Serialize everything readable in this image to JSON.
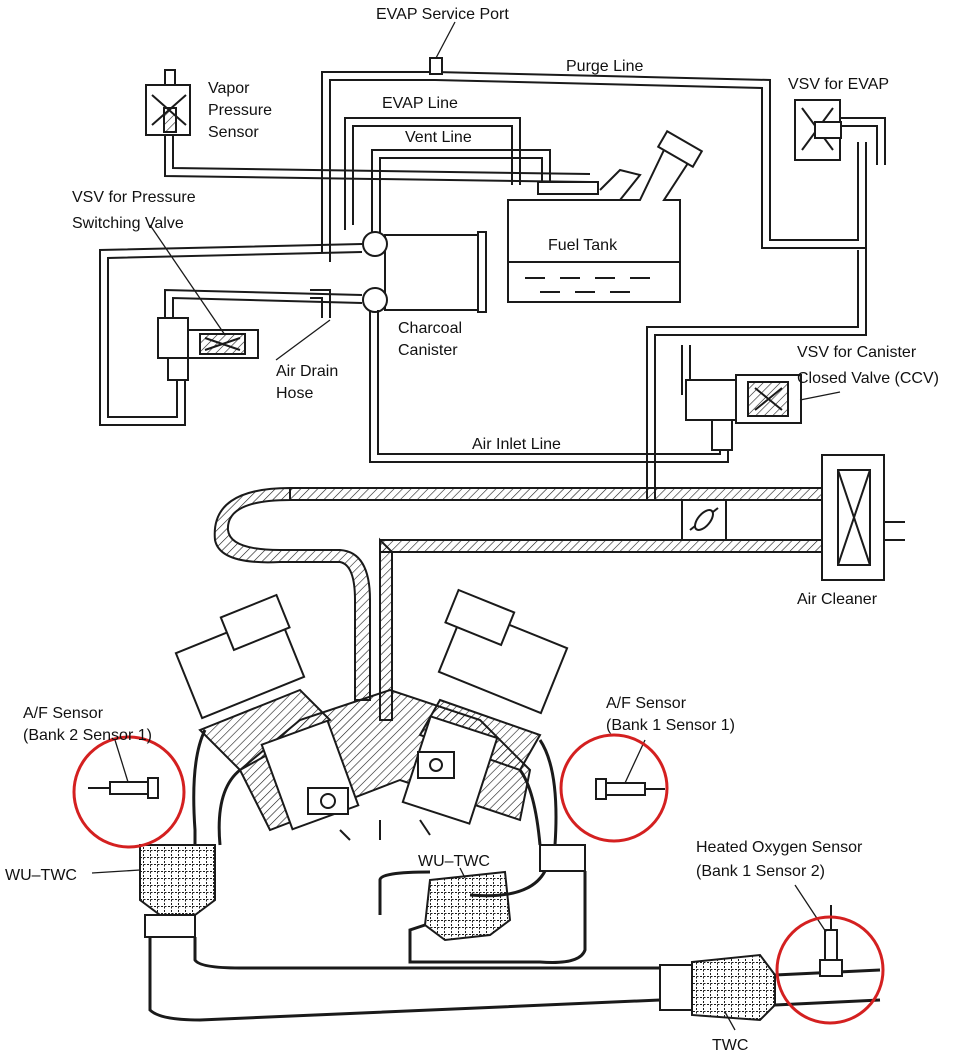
{
  "labels": {
    "evap_service_port": "EVAP Service Port",
    "purge_line": "Purge Line",
    "vapor_pressure_sensor": [
      "Vapor",
      "Pressure",
      "Sensor"
    ],
    "evap_line": "EVAP Line",
    "vsv_for_evap": "VSV for EVAP",
    "vent_line": "Vent Line",
    "vsv_pressure_switching": [
      "VSV for Pressure",
      "Switching Valve"
    ],
    "fuel_tank": "Fuel Tank",
    "charcoal_canister": [
      "Charcoal",
      "Canister"
    ],
    "air_drain_hose": [
      "Air Drain",
      "Hose"
    ],
    "vsv_ccv": [
      "VSV for Canister",
      "Closed Valve (CCV)"
    ],
    "air_inlet_line": "Air Inlet Line",
    "air_cleaner": "Air Cleaner",
    "af_sensor_bank2": [
      "A/F Sensor",
      "(Bank 2 Sensor 1)"
    ],
    "af_sensor_bank1": [
      "A/F Sensor",
      "(Bank 1 Sensor 1)"
    ],
    "wu_twc_left": "WU–TWC",
    "wu_twc_center": "WU–TWC",
    "heated_oxygen_sensor": [
      "Heated Oxygen Sensor",
      "(Bank 1 Sensor 2)"
    ],
    "twc": "TWC"
  },
  "colors": {
    "line": "#1a1a1a",
    "highlight_circle": "#d42020",
    "background": "#ffffff"
  }
}
